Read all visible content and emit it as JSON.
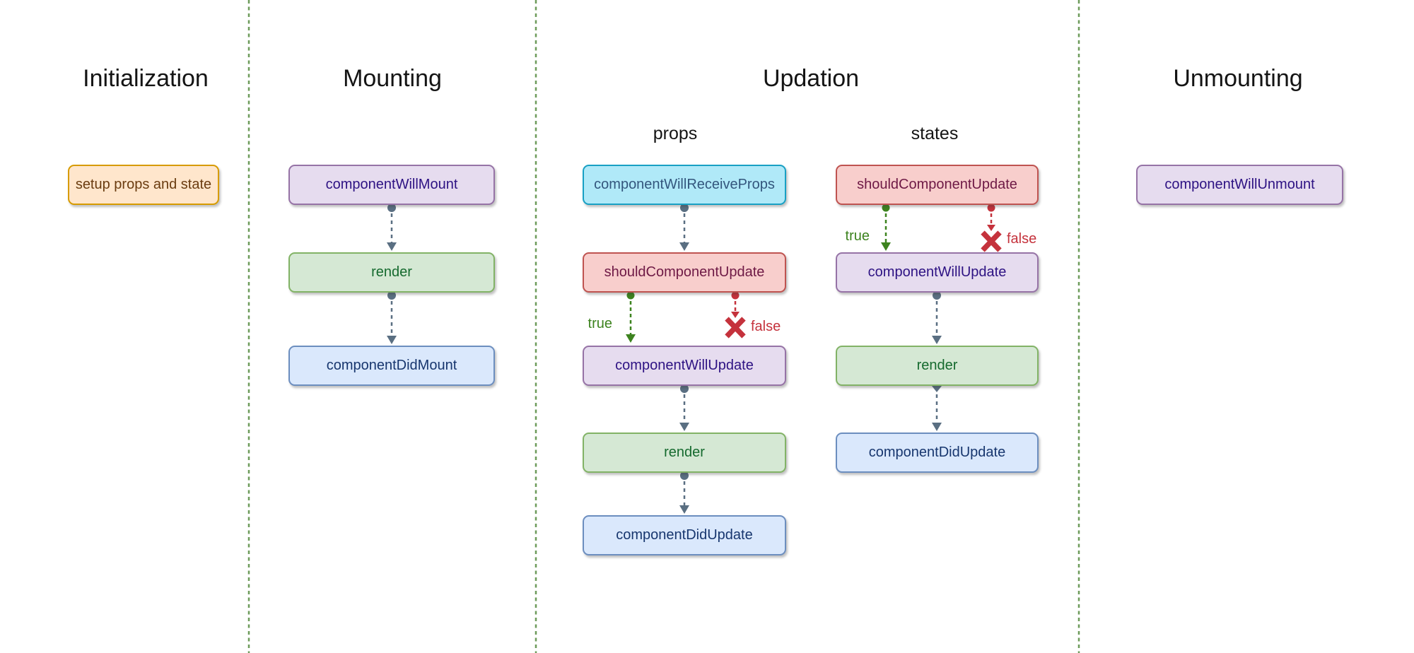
{
  "titles": {
    "initialization": "Initialization",
    "mounting": "Mounting",
    "updation": "Updation",
    "unmounting": "Unmounting"
  },
  "sublabels": {
    "props": "props",
    "states": "states"
  },
  "branch": {
    "true": "true",
    "false": "false"
  },
  "nodes": {
    "setup": "setup props and state",
    "componentWillMount": "componentWillMount",
    "render": "render",
    "componentDidMount": "componentDidMount",
    "componentWillReceiveProps": "componentWillReceiveProps",
    "shouldComponentUpdate": "shouldComponentUpdate",
    "componentWillUpdate": "componentWillUpdate",
    "componentDidUpdate": "componentDidUpdate",
    "componentWillUnmount": "componentWillUnmount"
  },
  "edges": [
    {
      "from": "componentWillMount",
      "to": "render",
      "section": "mounting"
    },
    {
      "from": "render",
      "to": "componentDidMount",
      "section": "mounting"
    },
    {
      "from": "componentWillReceiveProps",
      "to": "shouldComponentUpdate",
      "section": "updation-props"
    },
    {
      "from": "shouldComponentUpdate",
      "to": "componentWillUpdate",
      "condition": "true",
      "section": "updation-props"
    },
    {
      "from": "shouldComponentUpdate",
      "to": "rejected",
      "condition": "false",
      "section": "updation-props"
    },
    {
      "from": "componentWillUpdate",
      "to": "render",
      "section": "updation-props"
    },
    {
      "from": "render",
      "to": "componentDidUpdate",
      "section": "updation-props"
    },
    {
      "from": "shouldComponentUpdate",
      "to": "componentWillUpdate",
      "condition": "true",
      "section": "updation-states"
    },
    {
      "from": "shouldComponentUpdate",
      "to": "rejected",
      "condition": "false",
      "section": "updation-states"
    },
    {
      "from": "componentWillUpdate",
      "to": "render",
      "section": "updation-states"
    },
    {
      "from": "render",
      "to": "componentDidUpdate",
      "section": "updation-states"
    }
  ],
  "colors": {
    "title-text": "#141414",
    "orange-fill": "#ffe6cc",
    "orange-stroke": "#d79b00",
    "orange-text": "#6a3c10",
    "purple-fill": "#e6dcef",
    "purple-stroke": "#9673a6",
    "purple-text": "#2d1283",
    "green-fill": "#d5e8d4",
    "green-stroke": "#82b366",
    "green-text": "#156a2e",
    "blue-fill": "#dae8fc",
    "blue-stroke": "#6c8ebf",
    "blue-text": "#17366e",
    "red-fill": "#f8cecc",
    "red-stroke": "#bf5350",
    "red-text": "#6e1945",
    "cyan-fill": "#b0e9f8",
    "cyan-stroke": "#18a0c4",
    "cyan-text": "#33567d",
    "divider": "#6d9b5a",
    "arrow": "#5a6f82",
    "branch-true": "#3d831f",
    "branch-false": "#c5323c"
  }
}
